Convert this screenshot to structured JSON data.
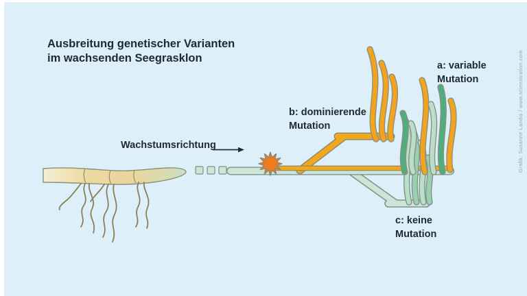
{
  "title": {
    "line1": "Ausbreitung genetischer Varianten",
    "line2": "im wachsenden Seegrasklon"
  },
  "growth": {
    "label": "Wachstumsrichtung"
  },
  "labels": {
    "a": {
      "line1": "a: variable",
      "line2": "Mutation"
    },
    "b": {
      "line1": "b: dominierende",
      "line2": "Mutation"
    },
    "c": {
      "line1": "c: keine",
      "line2": "Mutation"
    }
  },
  "credit": "Grafik: Susanne Landis / www.scienstration.com",
  "colors": {
    "background": "#ddeff8",
    "margin": "#ffffff",
    "text": "#1f2a30",
    "credit_gray": "#93a7ad",
    "mutation_orange": "#f3a81b",
    "burst_orange": "#ee7c1e",
    "rhizome_sage_fill": "#cfe4d8",
    "rhizome_sage_outline": "#7d9488",
    "seagrass_dark_green": "#4fae7c",
    "seagrass_mid_green": "#9ccfb2",
    "seagrass_pale_green": "#b9dfca",
    "old_rhizome_tan": "#ecd9a0",
    "root_brown": "#8a7d58"
  }
}
